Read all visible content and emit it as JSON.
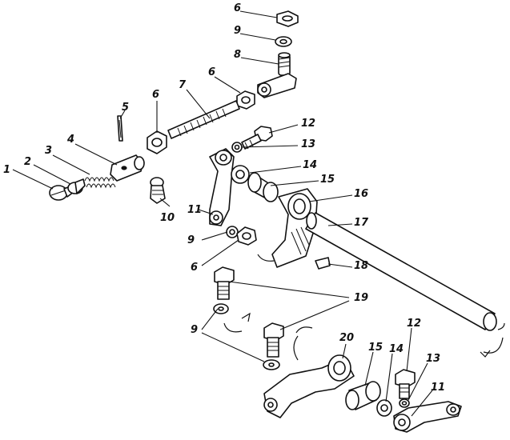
{
  "labels": {
    "l1": "1",
    "l2": "2",
    "l3": "3",
    "l4": "4",
    "l5": "5",
    "l6a": "6",
    "l6b": "6",
    "l6c": "6",
    "l6d": "6",
    "l7": "7",
    "l8": "8",
    "l9a": "9",
    "l9b": "9",
    "l9c": "9",
    "l10": "10",
    "l11a": "11",
    "l11b": "11",
    "l12a": "12",
    "l12b": "12",
    "l13a": "13",
    "l13b": "13",
    "l14a": "14",
    "l14b": "14",
    "l15a": "15",
    "l15b": "15",
    "l16": "16",
    "l17": "17",
    "l18": "18",
    "l19": "19",
    "l20": "20"
  }
}
